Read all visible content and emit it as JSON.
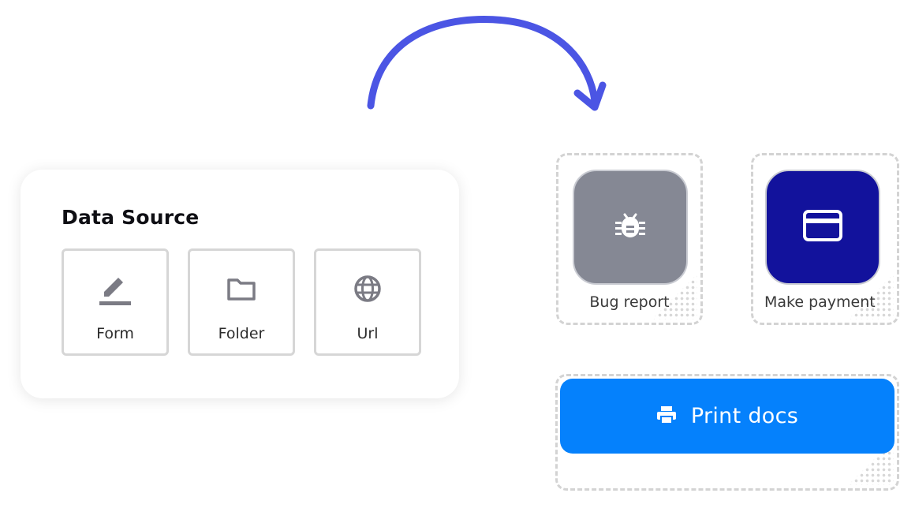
{
  "data_source": {
    "title": "Data Source",
    "options": [
      {
        "label": "Form",
        "icon": "pencil-icon"
      },
      {
        "label": "Folder",
        "icon": "folder-icon"
      },
      {
        "label": "Url",
        "icon": "globe-icon"
      }
    ]
  },
  "actions": {
    "bug_report": {
      "label": "Bug report",
      "icon": "bug-icon",
      "color": "#858894"
    },
    "make_payment": {
      "label": "Make payment",
      "icon": "credit-card-icon",
      "color": "#12129C"
    },
    "print_docs": {
      "label": "Print docs",
      "icon": "printer-icon",
      "color": "#0581FC"
    }
  },
  "colors": {
    "arrow": "#4B55E4"
  }
}
